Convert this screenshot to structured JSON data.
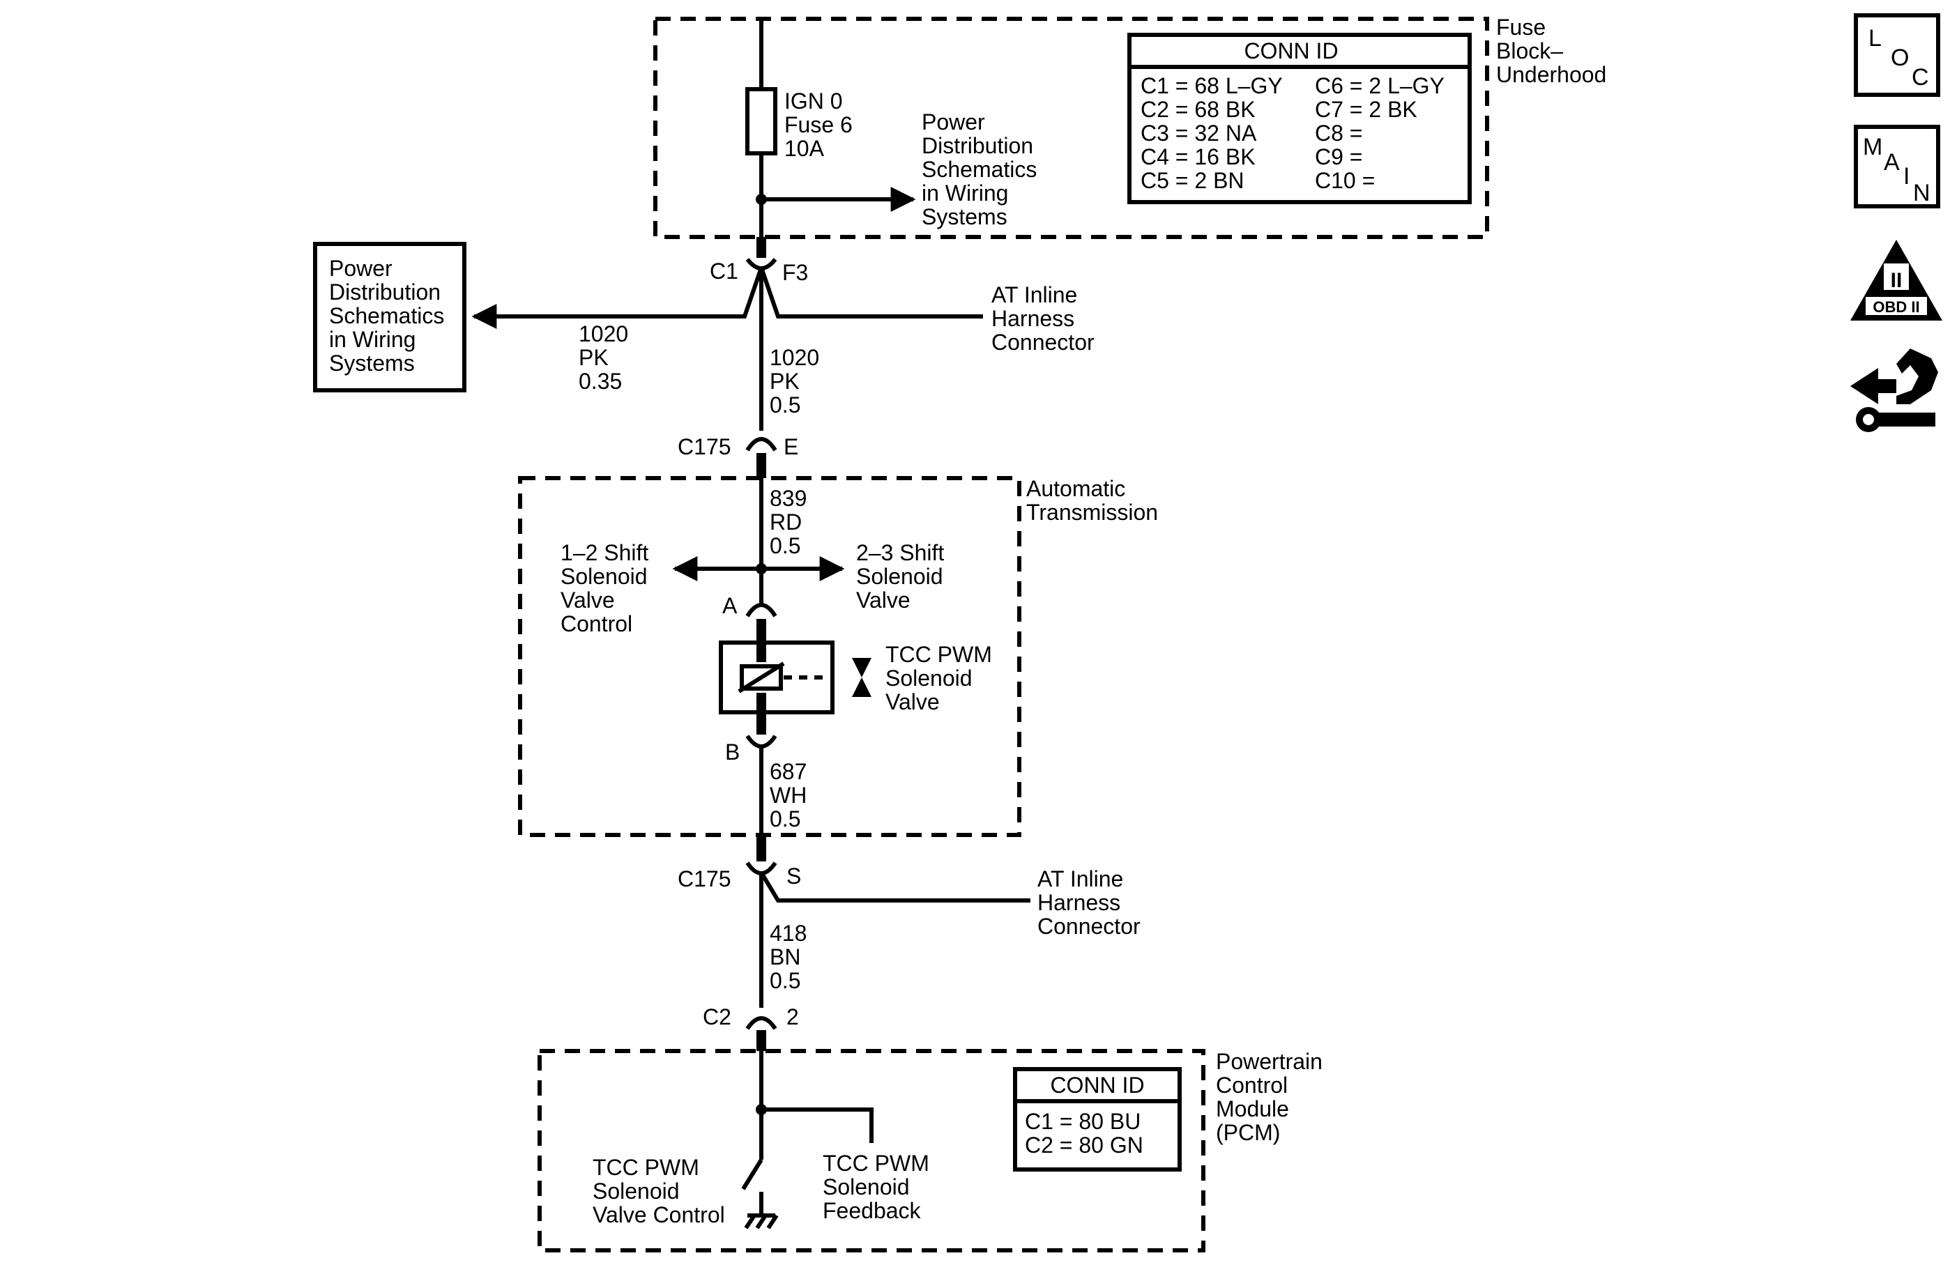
{
  "fuse_block": {
    "title": [
      "Fuse",
      "Block–",
      "Underhood"
    ],
    "fuse": [
      "IGN 0",
      "Fuse 6",
      "10A"
    ],
    "power_dist_ref": [
      "Power",
      "Distribution",
      "Schematics",
      "in Wiring",
      "Systems"
    ],
    "conn_id_title": "CONN ID",
    "conn_left": [
      "C1 = 68 L–GY",
      "C2 = 68 BK",
      "C3 = 32 NA",
      "C4 = 16 BK",
      "C5 = 2 BN"
    ],
    "conn_right": [
      "C6 = 2 L–GY",
      "C7 = 2 BK",
      "C8 =",
      "C9 =",
      "C10 ="
    ]
  },
  "left_ref_box": [
    "Power",
    "Distribution",
    "Schematics",
    "in Wiring",
    "Systems"
  ],
  "connectors": {
    "c1": "C1",
    "f3": "F3",
    "c175_top": "C175",
    "e": "E",
    "a": "A",
    "b": "B",
    "c175_bottom": "C175",
    "s": "S",
    "c2": "C2",
    "pin2": "2"
  },
  "inline_harness_top": [
    "AT Inline",
    "Harness",
    "Connector"
  ],
  "inline_harness_bottom": [
    "AT Inline",
    "Harness",
    "Connector"
  ],
  "wires": {
    "branch_left": [
      "1020",
      "PK",
      "0.35"
    ],
    "main_top": [
      "1020",
      "PK",
      "0.5"
    ],
    "trans_in": [
      "839",
      "RD",
      "0.5"
    ],
    "trans_out": [
      "687",
      "WH",
      "0.5"
    ],
    "to_pcm": [
      "418",
      "BN",
      "0.5"
    ]
  },
  "transmission": {
    "title": [
      "Automatic",
      "Transmission"
    ],
    "left_arrow": [
      "1–2 Shift",
      "Solenoid",
      "Valve",
      "Control"
    ],
    "right_arrow": [
      "2–3 Shift",
      "Solenoid",
      "Valve"
    ],
    "solenoid": [
      "TCC PWM",
      "Solenoid",
      "Valve"
    ]
  },
  "pcm": {
    "title": [
      "Powertrain",
      "Control",
      "Module",
      "(PCM)"
    ],
    "conn_id_title": "CONN ID",
    "conns": [
      "C1 = 80 BU",
      "C2 = 80 GN"
    ],
    "control": [
      "TCC PWM",
      "Solenoid",
      "Valve Control"
    ],
    "feedback": [
      "TCC PWM",
      "Solenoid",
      "Feedback"
    ]
  },
  "side_icons": {
    "loc": [
      "L",
      "O",
      "C"
    ],
    "main": [
      "M",
      "A",
      "I",
      "N"
    ],
    "obd_roman": "II",
    "obd_text": "OBD II",
    "icons": [
      "loc-icon",
      "main-icon",
      "obd-ii-icon",
      "connector-hand-icon"
    ]
  }
}
